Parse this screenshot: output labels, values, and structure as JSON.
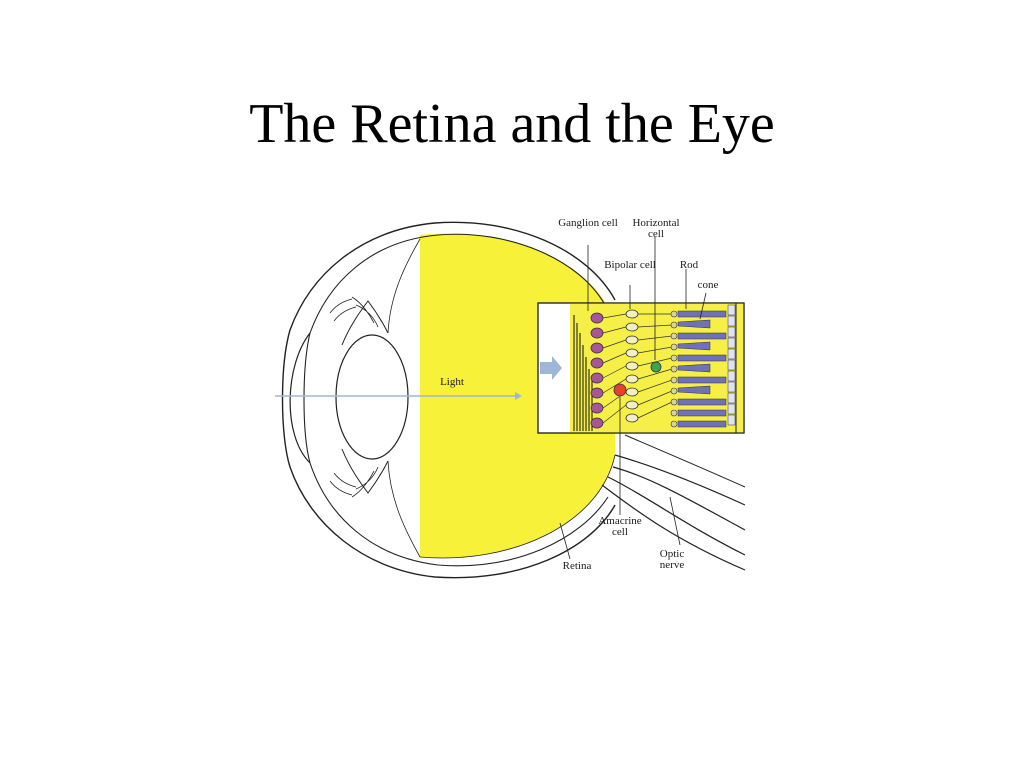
{
  "slide": {
    "title": "The Retina and the Eye"
  },
  "diagram": {
    "labels": {
      "ganglion": "Ganglion cell",
      "horizontal": "Horizontal cell",
      "bipolar": "Bipolar cell",
      "rod": "Rod",
      "cone": "cone",
      "light": "Light",
      "amacrine": "Amacrine cell",
      "retina": "Retina",
      "optic_nerve": "Optic nerve"
    },
    "colors": {
      "vitreous_fill": "#f7f13a",
      "retina_inset_bg": "#f5ef48",
      "ganglion_cells": "#a8559a",
      "bipolar_cells": "#f0f0c0",
      "photoreceptors": "#6f72b8",
      "amacrine_cell": "#e8402a",
      "horizontal_cell": "#3aa84a",
      "light_arrow": "#9fb6d8"
    }
  }
}
